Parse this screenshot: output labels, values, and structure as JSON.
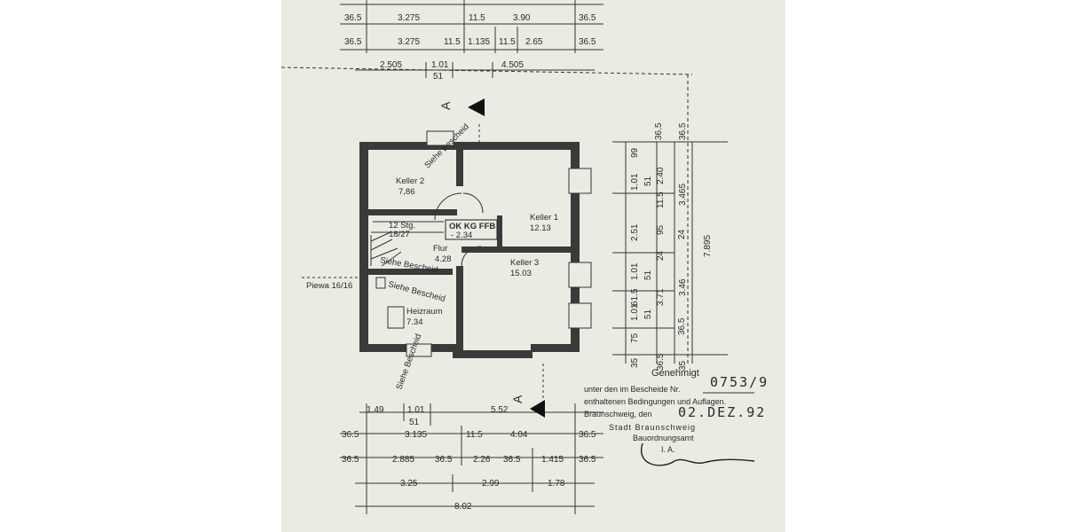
{
  "top_dims": {
    "row1": [
      "36.5",
      "3.275",
      "11.5",
      "3.90",
      "36.5"
    ],
    "row2": [
      "36.5",
      "3.275",
      "11.5",
      "1.135",
      "11.5",
      "2.65",
      "36.5"
    ],
    "row3": [
      "2.505",
      "1.01",
      "4.505"
    ],
    "row3_sub": "51"
  },
  "section_marker": "A",
  "rooms": {
    "keller2": {
      "name": "Keller 2",
      "area": "7,86"
    },
    "keller1": {
      "name": "Keller 1",
      "area": "12.13"
    },
    "keller3": {
      "name": "Keller 3",
      "area": "15.03"
    },
    "flur": {
      "name": "Flur",
      "area": "4.28"
    },
    "heizraum": {
      "name": "Heizraum",
      "area": "7.34"
    }
  },
  "stairs_label": "12 Stg.",
  "stairs_sub": "18/27",
  "level_box": {
    "line1": "OK KG FFB",
    "line2": "- 2.34"
  },
  "siehe_bescheid": "Siehe Bescheid",
  "piewa": "Piewa 16/16",
  "right_dims": {
    "col1": [
      "99",
      "1.01",
      "51",
      "2.51",
      "95",
      "24",
      "1.01",
      "51",
      "61.5",
      "1.01",
      "51",
      "75",
      "35"
    ],
    "col2": [
      "36.5",
      "11.5",
      "2.40",
      "24",
      "3.71",
      "36.5",
      "36.5"
    ],
    "col3": [
      "36.5",
      "3.465",
      "3.46",
      "35"
    ],
    "total": "7.895"
  },
  "bottom_dims": {
    "row1": [
      "1.49",
      "1.01",
      "5.52"
    ],
    "row1_sub": "51",
    "row2": [
      "36.5",
      "3.135",
      "11.5",
      "4.04",
      "36.5"
    ],
    "row3": [
      "36.5",
      "2.885",
      "36.5",
      "2.26",
      "36.5",
      "1.415",
      "36.5"
    ],
    "row4": [
      "3.25",
      "2.99",
      "1.78"
    ],
    "total": "8.02"
  },
  "stamp": {
    "title": "Genehmigt",
    "line1": "unter den im Bescheide Nr.",
    "number": "0753/9",
    "line2": "enthaltenen Bedingungen und Auflagen.",
    "line3": "Braunschweig, den",
    "date": "02.DEZ.92",
    "city": "Stadt Braunschweig",
    "office": "Bauordnungsamt",
    "ia": "I. A."
  },
  "colors": {
    "paper": "#ebebe3",
    "ink": "#2a2a2a",
    "wall": "#3a3a3a"
  }
}
